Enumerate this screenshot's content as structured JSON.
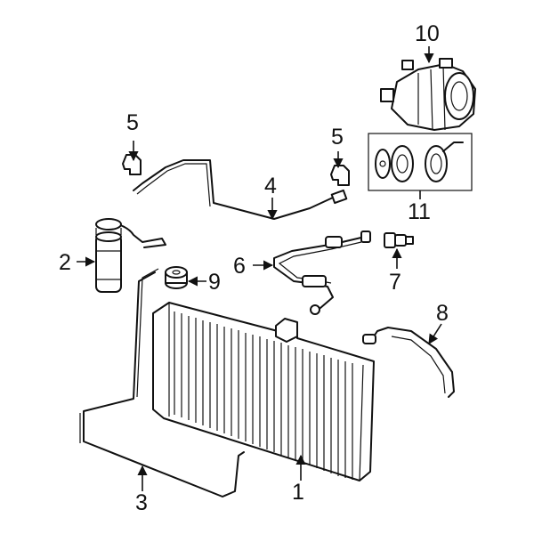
{
  "callouts": [
    {
      "id": "c1",
      "label": "1"
    },
    {
      "id": "c2",
      "label": "2"
    },
    {
      "id": "c3",
      "label": "3"
    },
    {
      "id": "c4",
      "label": "4"
    },
    {
      "id": "c5a",
      "label": "5"
    },
    {
      "id": "c5b",
      "label": "5"
    },
    {
      "id": "c6",
      "label": "6"
    },
    {
      "id": "c7",
      "label": "7"
    },
    {
      "id": "c8",
      "label": "8"
    },
    {
      "id": "c9",
      "label": "9"
    },
    {
      "id": "c10",
      "label": "10"
    },
    {
      "id": "c11",
      "label": "11"
    }
  ],
  "colors": {
    "line": "#111111",
    "background": "#ffffff"
  }
}
